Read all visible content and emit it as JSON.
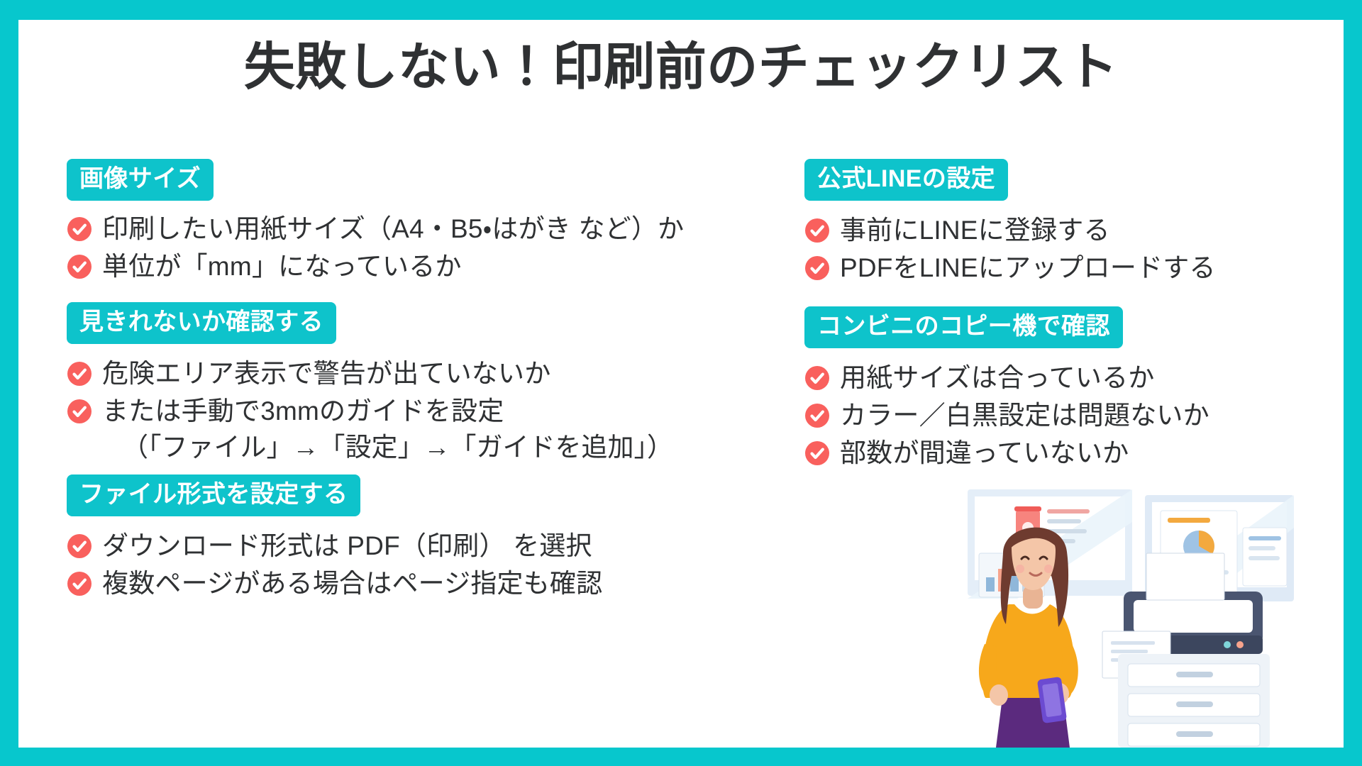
{
  "poster": {
    "title": "失敗しない！印刷前のチェックリスト",
    "frame_color": "#07c7cd",
    "background_color": "#ffffff",
    "title_color": "#2f3133",
    "badge_color": "#0ec3cb",
    "check_color": "#f9605d"
  },
  "columns": {
    "left": [
      {
        "heading": "画像サイズ",
        "items": [
          {
            "text": "印刷したい用紙サイズ（A4・B5・はがき など）か"
          },
          {
            "text": "単位が「mm」になっているか"
          }
        ]
      },
      {
        "heading": "見きれないか確認する",
        "items": [
          {
            "text": "危険エリア表示で警告が出ていないか"
          },
          {
            "text": "または手動で3mmのガイドを設定",
            "subline": "（「ファイル」→「設定」→「ガイドを追加」）"
          }
        ]
      },
      {
        "heading": "ファイル形式を設定する",
        "items": [
          {
            "text": "ダウンロード形式は PDF（印刷） を選択"
          },
          {
            "text": "複数ページがある場合はページ指定も確認"
          }
        ]
      }
    ],
    "right": [
      {
        "heading": "公式LINEの設定",
        "items": [
          {
            "text": "事前にLINEに登録する"
          },
          {
            "text": "PDFをLINEにアップロードする"
          }
        ]
      },
      {
        "heading": "コンビニのコピー機で確認",
        "items": [
          {
            "text": "用紙サイズは合っているか"
          },
          {
            "text": "カラー／白黒設定は問題ないか"
          },
          {
            "text": "部数が間違っていないか"
          }
        ]
      }
    ]
  },
  "illustration": {
    "name": "woman-with-phone-and-printer",
    "description": "オフィスでスマートフォンを持つ女性とプリンター"
  }
}
